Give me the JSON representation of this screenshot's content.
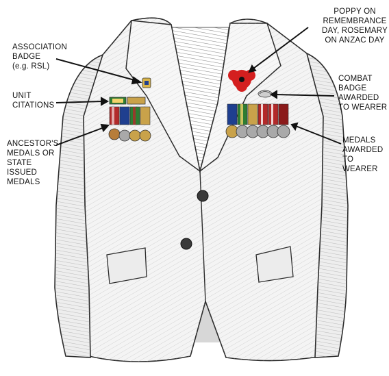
{
  "labels": {
    "association_badge": "ASSOCIATION\nBADGE\n(e.g. RSL)",
    "unit_citations": "UNIT\nCITATIONS",
    "ancestor_medals": "ANCESTOR'S\nMEDALS OR\nSTATE\nISSUED\nMEDALS",
    "poppy": "POPPY ON\nREMEMBRANCE\nDAY, ROSEMARY\nON ANZAC DAY",
    "combat_badge": "COMBAT\nBADGE\nAWARDED\nTO WEARER",
    "medals_awarded": "MEDALS\nAWARDED\nTO WEARER"
  },
  "colors": {
    "jacket": "#f3f3f3",
    "jacket_shade": "#9a9a9a",
    "outline": "#2b2b2b",
    "poppy": "#d41f1f",
    "ribbon_blue": "#1f3f8f",
    "ribbon_red": "#b32a2a",
    "ribbon_green": "#2e7d32",
    "medal_gold": "#c9a24a",
    "medal_silver": "#a9a9a9"
  }
}
